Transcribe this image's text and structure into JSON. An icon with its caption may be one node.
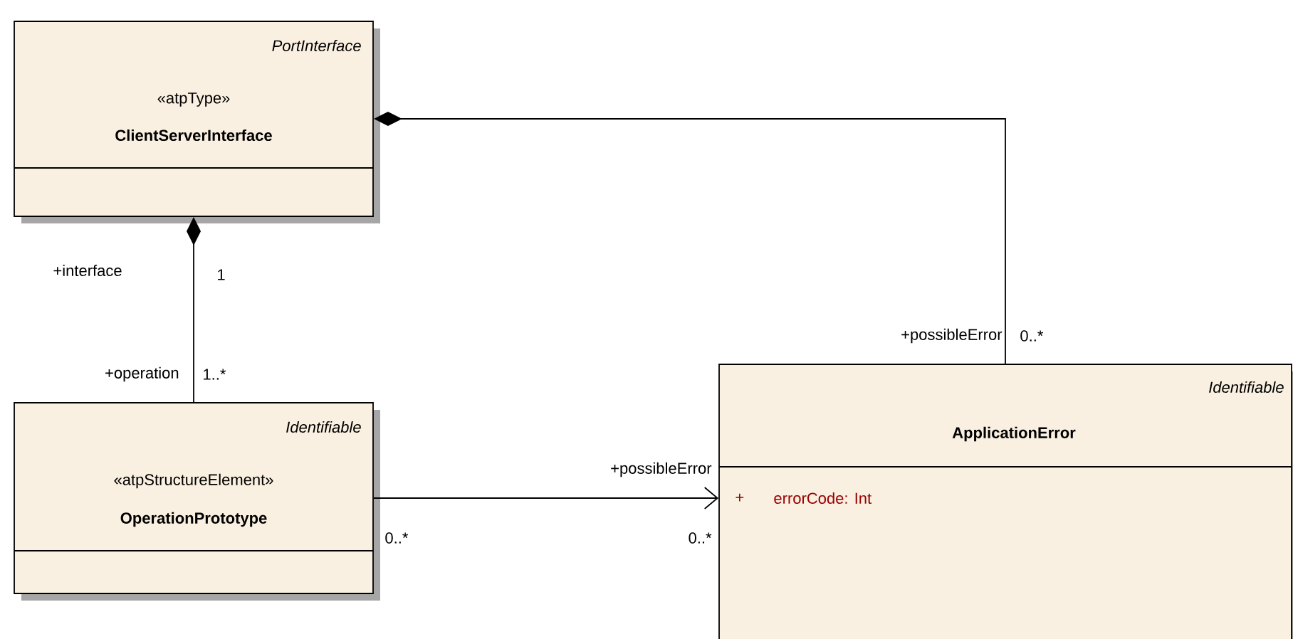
{
  "diagram": {
    "nodes": [
      {
        "text": [
          "PortInterface",
          "«atpType»",
          "ClientServerInterface"
        ]
      },
      {
        "text": [
          "Identifiable",
          "«atpStructureElement»",
          "OperationPrototype"
        ]
      },
      {
        "text": [
          "Identifiable",
          "ApplicationError",
          "+",
          "errorCode: Int"
        ]
      }
    ],
    "edges": [
      {
        "from": 0,
        "to": 2,
        "arrow": "other"
      },
      {
        "from": 0,
        "to": 1,
        "arrow": "other"
      },
      {
        "from": 1,
        "to": 2,
        "arrow": "to"
      }
    ],
    "labels": [
      "+interface",
      "1",
      "+possibleError",
      "0..*",
      "+operation",
      "1..*",
      "+possibleError",
      "0..*",
      "0..*"
    ]
  }
}
